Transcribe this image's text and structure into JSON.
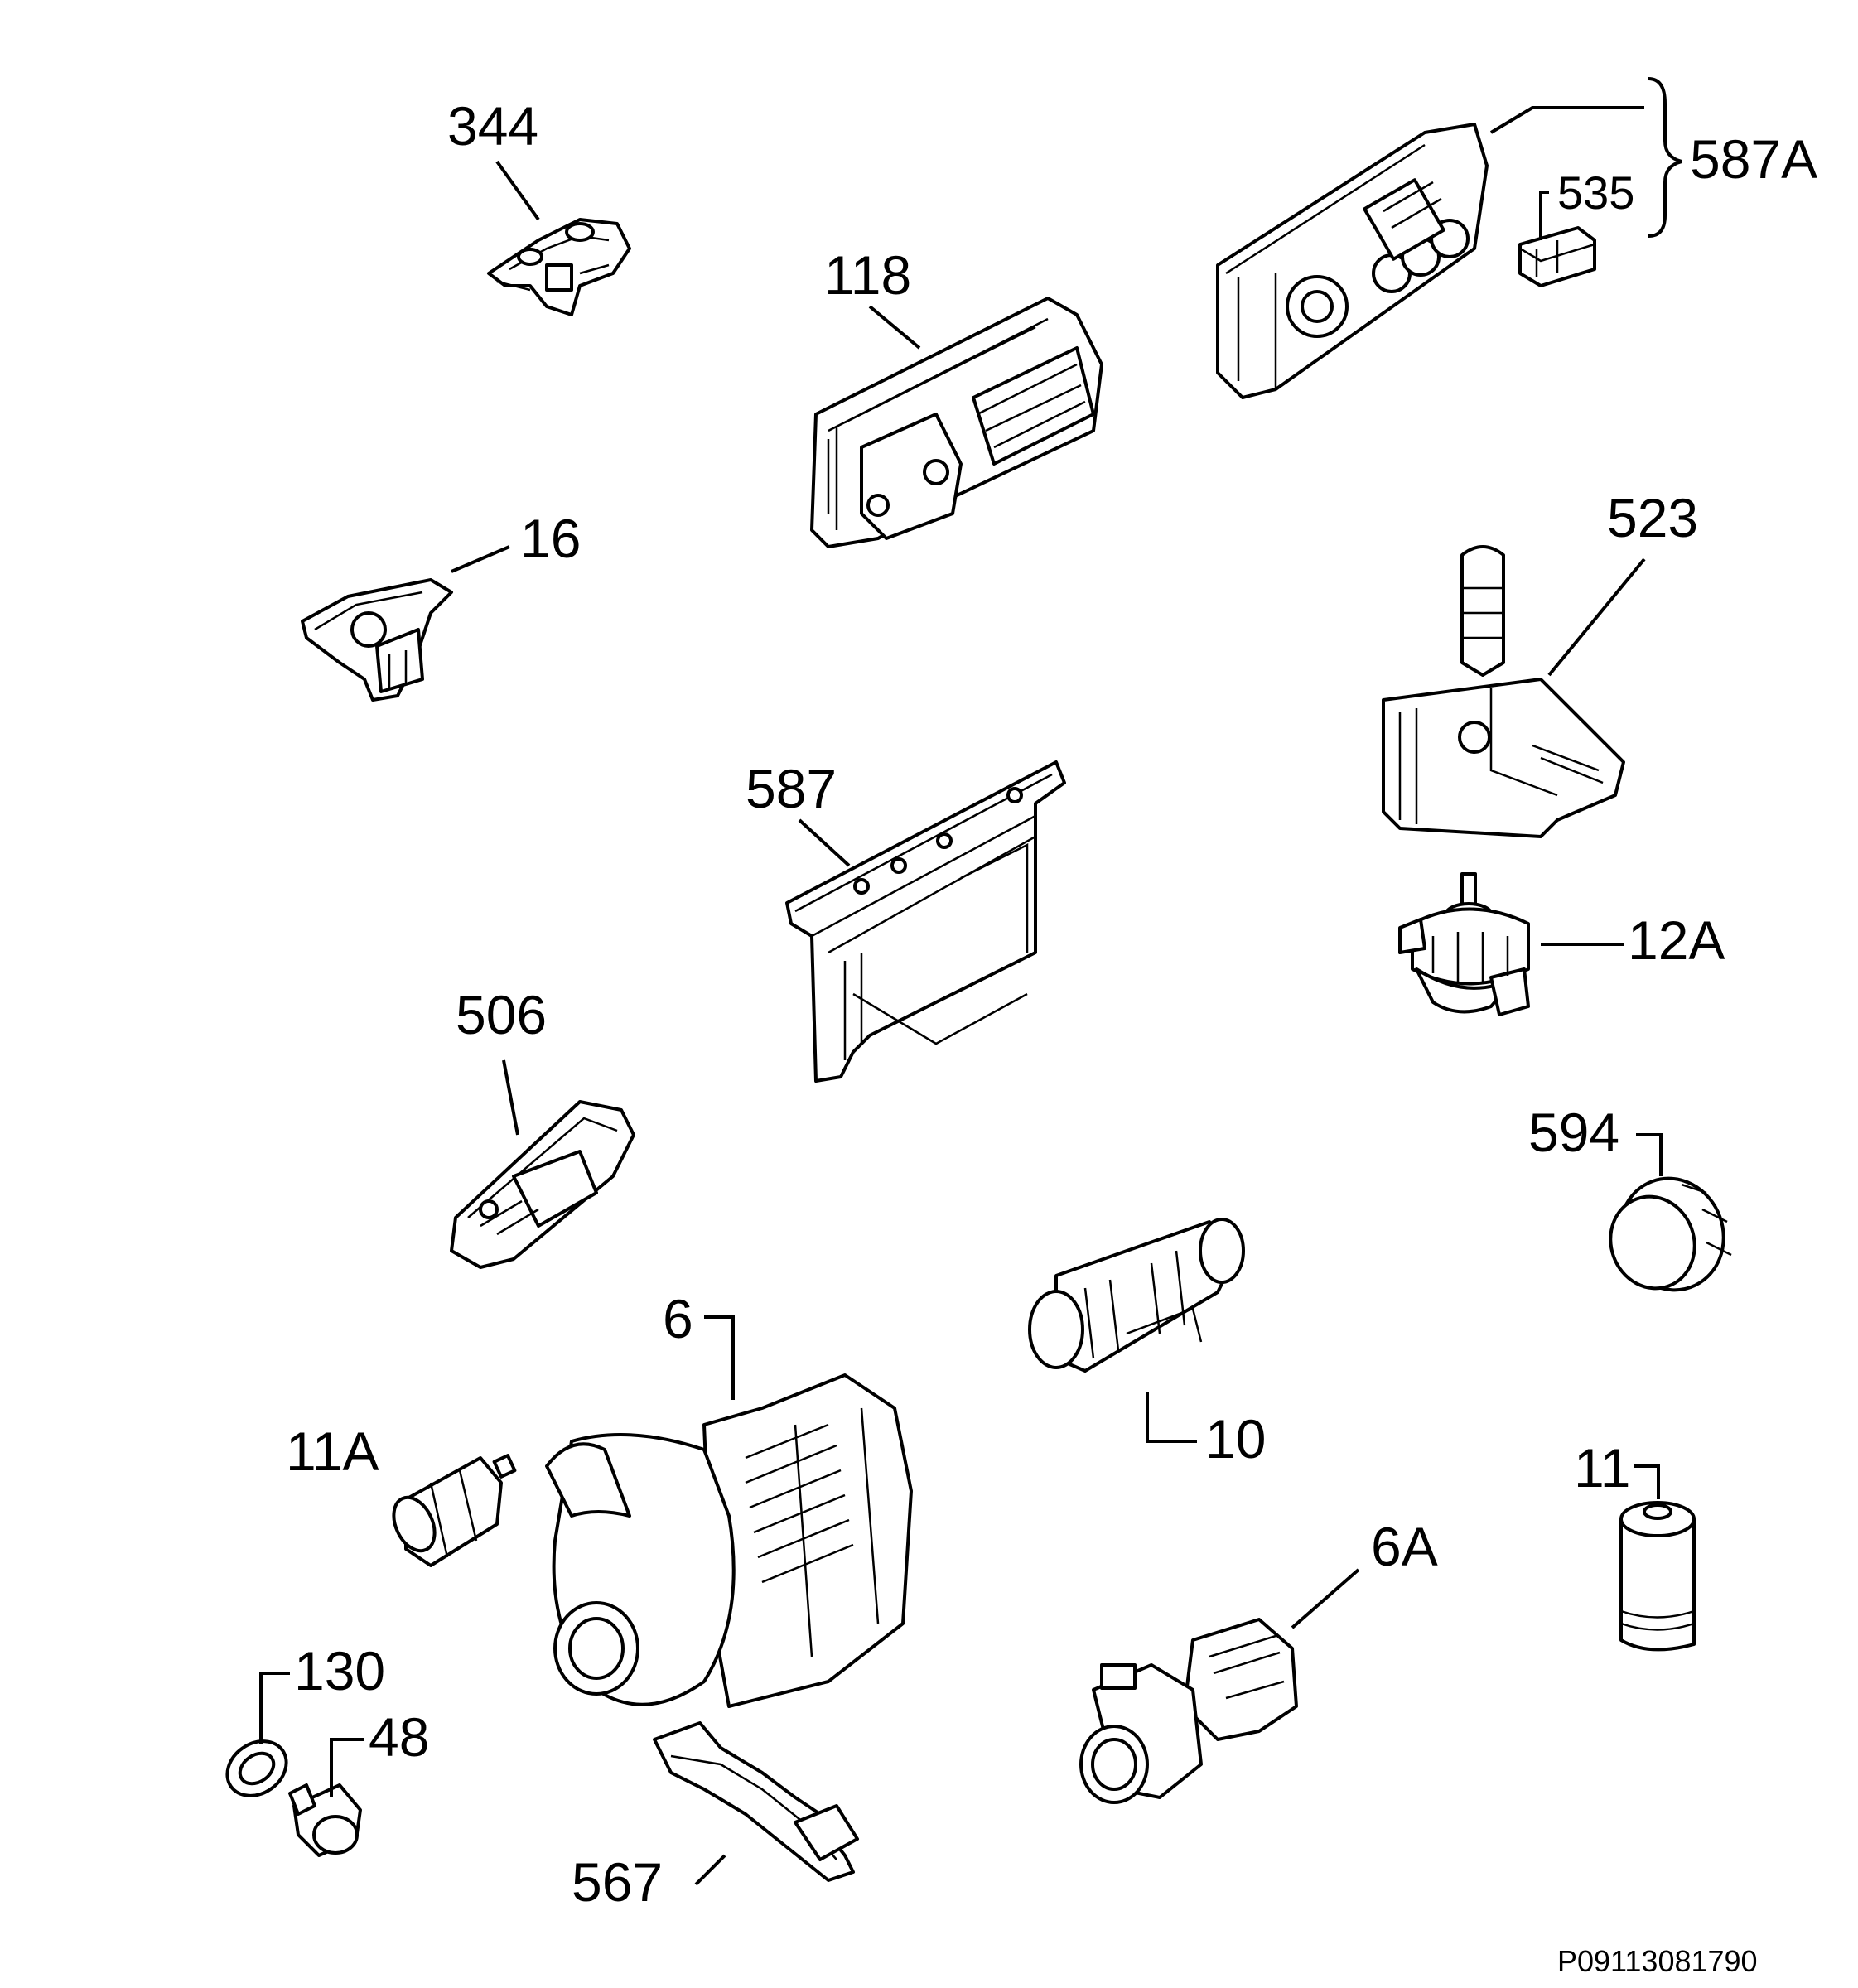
{
  "document_id": "P09113081790",
  "parts": [
    {
      "key": "p344",
      "label": "344"
    },
    {
      "key": "p118",
      "label": "118"
    },
    {
      "key": "p587A",
      "label": "587A"
    },
    {
      "key": "p535",
      "label": "535"
    },
    {
      "key": "p16",
      "label": "16"
    },
    {
      "key": "p523",
      "label": "523"
    },
    {
      "key": "p587",
      "label": "587"
    },
    {
      "key": "p12A",
      "label": "12A"
    },
    {
      "key": "p506",
      "label": "506"
    },
    {
      "key": "p594",
      "label": "594"
    },
    {
      "key": "p6",
      "label": "6"
    },
    {
      "key": "p10",
      "label": "10"
    },
    {
      "key": "p11A",
      "label": "11A"
    },
    {
      "key": "p11",
      "label": "11"
    },
    {
      "key": "p6A",
      "label": "6A"
    },
    {
      "key": "p130",
      "label": "130"
    },
    {
      "key": "p48",
      "label": "48"
    },
    {
      "key": "p567",
      "label": "567"
    }
  ]
}
